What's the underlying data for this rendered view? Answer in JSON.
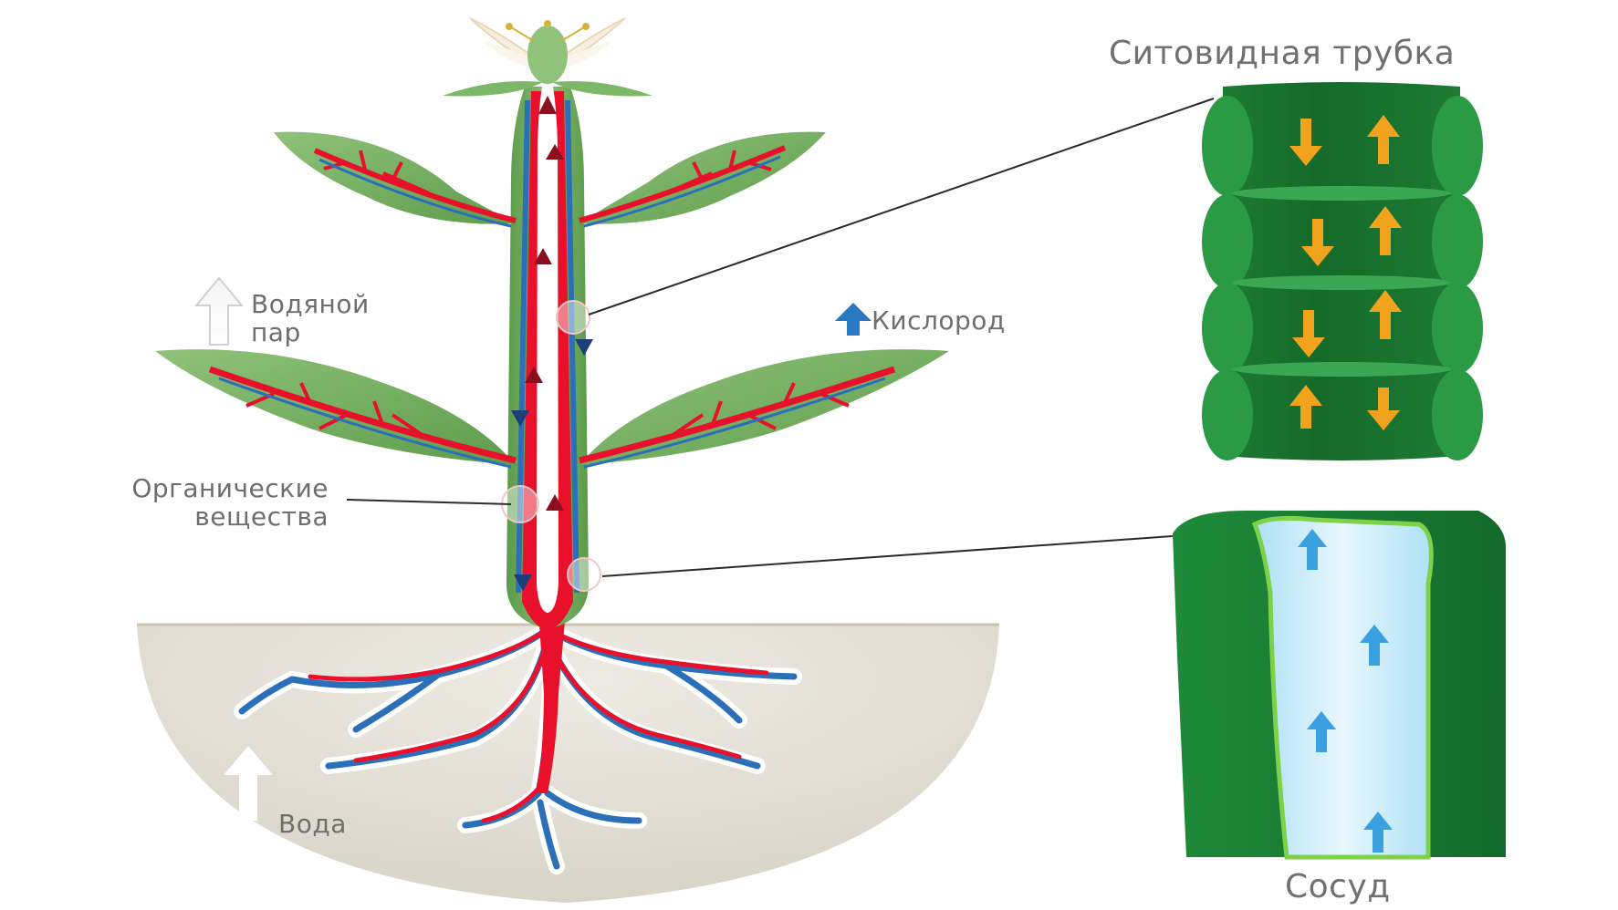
{
  "labels": {
    "sieve_tube": "Ситовидная трубка",
    "water_vapor_line1": "Водяной",
    "water_vapor_line2": "пар",
    "oxygen": "Кислород",
    "organic_line1": "Органические",
    "organic_line2": "вещества",
    "water": "Вода",
    "vessel": "Сосуд"
  },
  "colors": {
    "phloem_red": "#e8102a",
    "xylem_blue": "#2a6fb8",
    "leaf_green": "#6fae5a",
    "dark_green": "#1f7a35",
    "soil": "#e4e0d6",
    "arrow_orange": "#f2a31e",
    "water_blue": "#3aa0df"
  }
}
